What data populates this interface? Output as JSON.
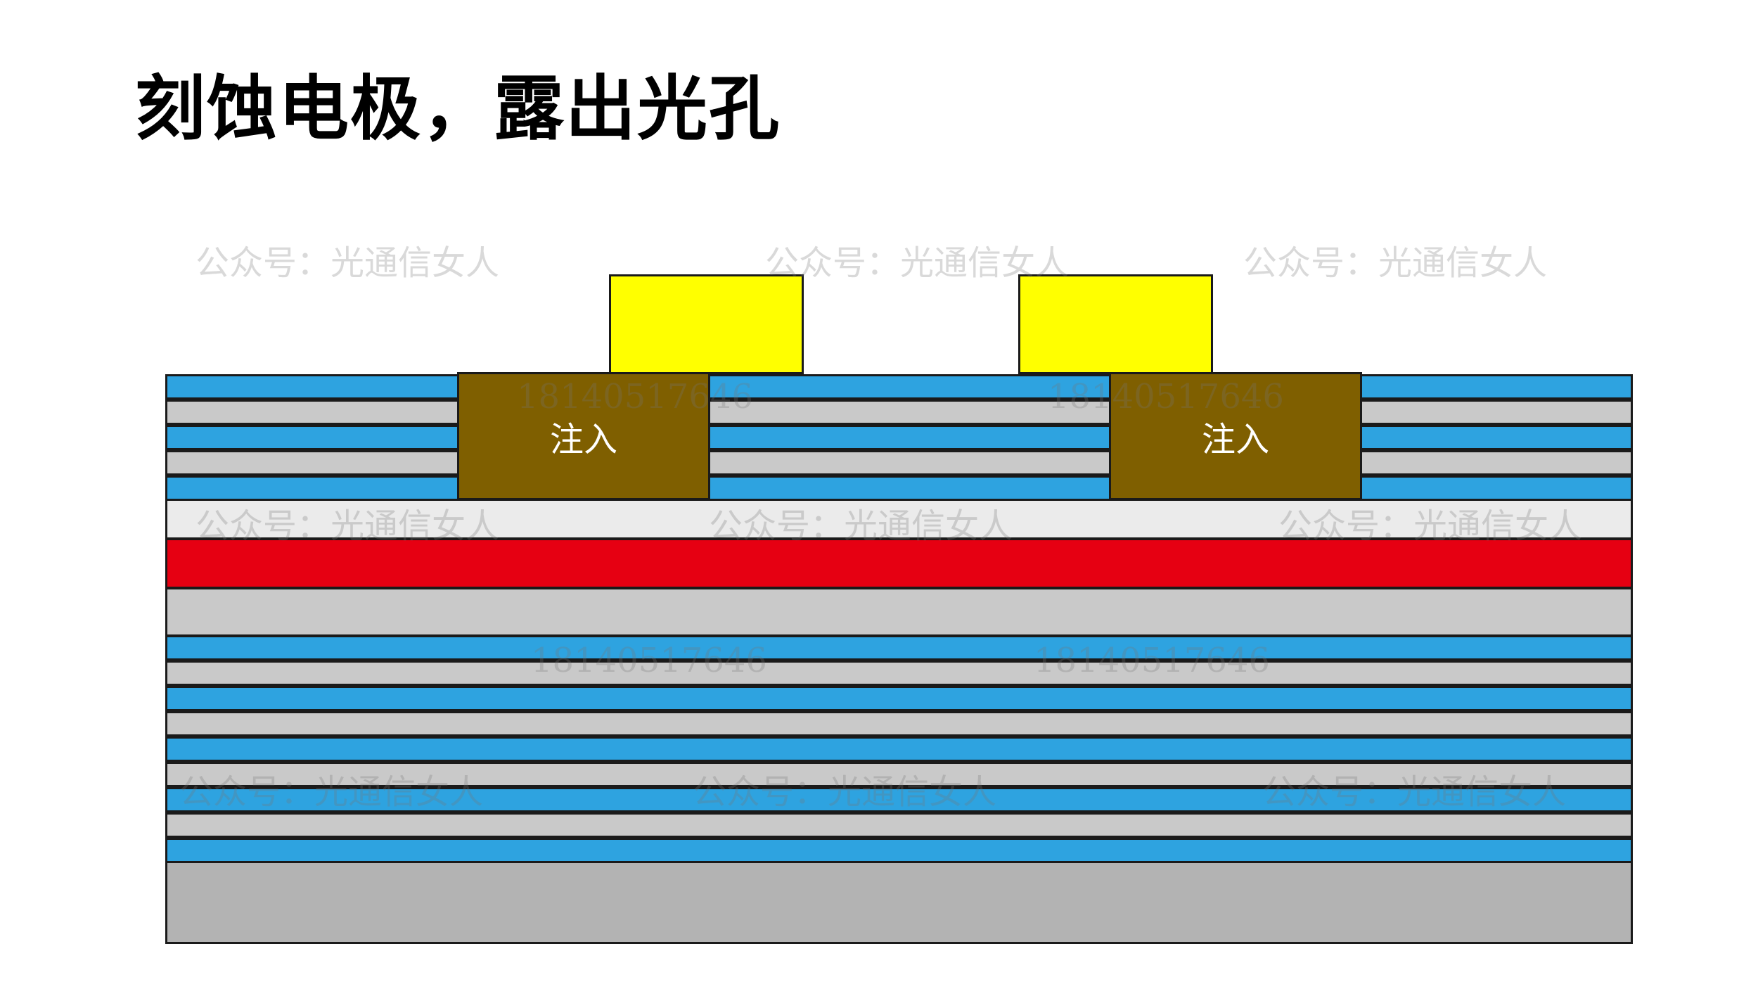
{
  "title": "刻蚀电极，露出光孔",
  "colors": {
    "dbr_high": "#2ea3e0",
    "dbr_low": "#c9c9c9",
    "oxide": "#ebebeb",
    "active": "#e60012",
    "spacer": "#c9c9c9",
    "substrate": "#b3b3b3",
    "electrode": "#ffff00",
    "implant": "#7f5f00"
  },
  "implant_label": "注入",
  "watermarks": {
    "account": "公众号：光通信女人",
    "phone": "18140517646"
  }
}
